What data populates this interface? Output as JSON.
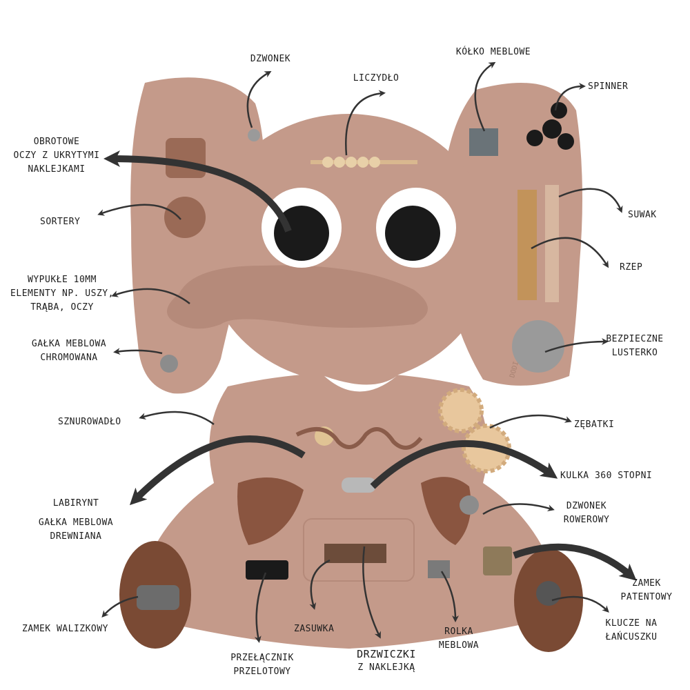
{
  "labels": {
    "dzwonek": "DZWONEK",
    "liczydlo": "LICZYDŁO",
    "kolko": "KÓŁKO MEBLOWE",
    "spinner": "SPINNER",
    "obrotowe_1": "OBROTOWE",
    "obrotowe_2": "OCZY Z UKRYTYMI",
    "obrotowe_3": "NAKLEJKAMI",
    "sortery": "SORTERY",
    "suwak": "SUWAK",
    "rzep": "RZEP",
    "wypukle_1": "WYPUKŁE 10MM",
    "wypukle_2": "ELEMENTY NP. USZY,",
    "wypukle_3": "TRĄBA, OCZY",
    "galka_chrom_1": "GAŁKA MEBLOWA",
    "galka_chrom_2": "CHROMOWANA",
    "lusterko_1": "BEZPIECZNE",
    "lusterko_2": "LUSTERKO",
    "sznurowadlo": "SZNUROWADŁO",
    "zebatki": "ZĘBATKI",
    "kulka": "KULKA 360 STOPNI",
    "labirynt": "LABIRYNT",
    "galka_drew_1": "GAŁKA MEBLOWA",
    "galka_drew_2": "DREWNIANA",
    "dzwonek_row_1": "DZWONEK",
    "dzwonek_row_2": "ROWEROWY",
    "zamek_pat_1": "ZAMEK",
    "zamek_pat_2": "PATENTOWY",
    "zamek_wal": "ZAMEK WALIZKOWY",
    "zasuwka": "ZASUWKA",
    "drzwiczki_1": "DRZWICZKI",
    "drzwiczki_2": "Z NAKLEJKĄ",
    "rolka_1": "ROLKA",
    "rolka_2": "MEBLOWA",
    "przelacznik_1": "PRZEŁĄCZNIK",
    "przelacznik_2": "PRZELOTOWY",
    "klucze_1": "KLUCZE NA",
    "klucze_2": "ŁAŃCUSZKU",
    "board_mark": "DODI"
  },
  "colors": {
    "board": "#c49a8a",
    "board_dark": "#b58a7a",
    "feet": "#7a4a34",
    "arrow": "#333333"
  }
}
